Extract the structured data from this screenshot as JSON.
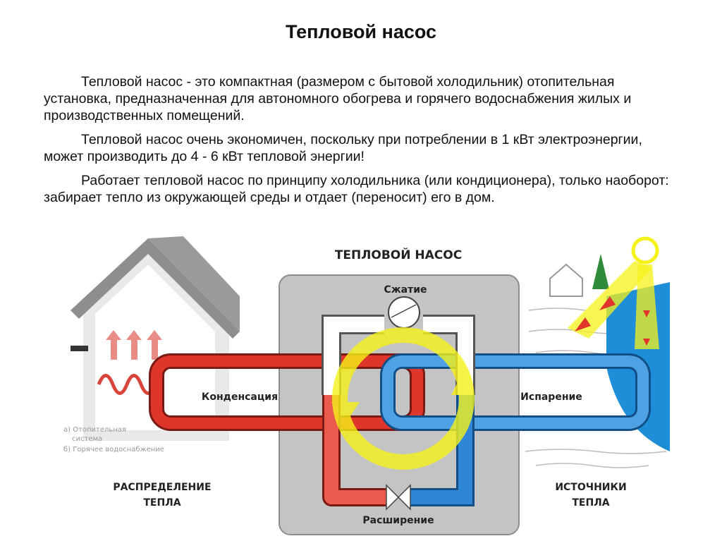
{
  "title": "Тепловой насос",
  "paragraphs": [
    "Тепловой насос - это компактная (размером с бытовой холодильник) отопительная установка, предназначенная для автономного обогрева и горячего водоснабжения жилых и производственных помещений.",
    "Тепловой насос очень экономичен, поскольку при потреблении в 1 кВт электроэнергии,  может производить до 4 - 6 кВт тепловой энергии!",
    "Работает тепловой насос по принципу холодильника (или кондиционера), только наоборот: забирает тепло из окружающей среды и отдает (переносит) его в дом."
  ],
  "diagram": {
    "header": "ТЕПЛОВОЙ НАСОС",
    "compression": "Сжатие",
    "expansion": "Расширение",
    "condensation": "Конденсация",
    "evaporation": "Испарение",
    "left_caption": [
      "РАСПРЕДЕЛЕНИЕ",
      "ТЕПЛА"
    ],
    "right_caption": [
      "ИСТОЧНИКИ",
      "ТЕПЛА"
    ],
    "legend": [
      "а) Отопительная",
      "система",
      "б) Горячее водоснабжение"
    ],
    "colors": {
      "hot": "#e0352b",
      "cold": "#2f86d6",
      "cycle": "#f5f21a",
      "unit": "#c4c4c4"
    }
  }
}
